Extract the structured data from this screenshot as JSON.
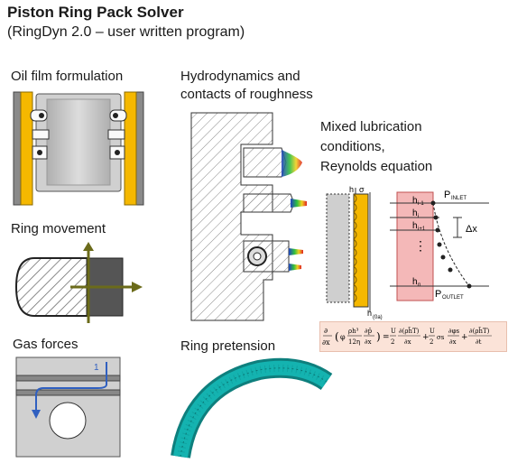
{
  "title": "Piston Ring Pack Solver",
  "subtitle": "(RingDyn 2.0 – user written program)",
  "sections": {
    "oil_film": "Oil film formulation",
    "hydrodynamics": [
      "Hydrodynamics and",
      "contacts of roughness"
    ],
    "mixed_lubrication": [
      "Mixed lubrication",
      "conditions,",
      "Reynolds equation"
    ],
    "ring_movement": "Ring movement",
    "gas_forces": "Gas forces",
    "ring_pretension": "Ring pretension"
  },
  "reynolds_diagram": {
    "p_inlet": "P",
    "p_inlet_sub": "INLET",
    "p_outlet": "P",
    "p_outlet_sub": "OUTLET",
    "h_labels": [
      "h",
      "h",
      "h",
      "h"
    ],
    "h_subs": [
      "i-1",
      "i",
      "i+1",
      "n"
    ],
    "dots": "⋮",
    "delta_x": "Δx",
    "sigma": "σ",
    "h_small": "h",
    "h_delay": "h",
    "h_delay_sub": "(0a)"
  },
  "gas_forces_diagram": {
    "ring_number": "1"
  },
  "equation": {
    "lhs_a": "∂",
    "lhs_b": "∂x",
    "mid": "φ",
    "frac_top": "ρh³",
    "frac_bot": "12η",
    "d_p": "∂p̄",
    "d_x": "∂x",
    "eq": "=",
    "U": "U",
    "two": "2",
    "rho_top": "∂(ρh̄T)",
    "rho_bot": "∂x",
    "plus": "+",
    "sigma_s": "σs",
    "phi_s": "∂φs",
    "dt_top": "∂(ρh̄T)",
    "dt_bot": "∂t"
  },
  "colors": {
    "yellow": "#f5b800",
    "gray_block": "#c8c8c8",
    "pink_fill": "#f4b8b8",
    "pink_border": "#c05050",
    "olive_arrow": "#6b6b1a",
    "teal_ring": "#0e9a98",
    "blue_flow": "#3060c0",
    "formula_bg": "#fbe3d8"
  }
}
